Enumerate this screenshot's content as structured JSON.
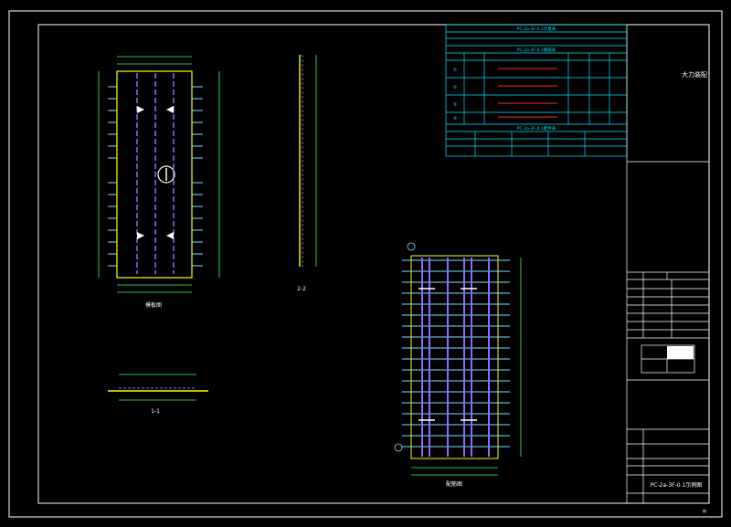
{
  "colors": {
    "background": "#000000",
    "frame": "#ffffff",
    "table_cyan": "#00e5ff",
    "panel_outline": "#ffff00",
    "rebar_cyan": "#7fdfff",
    "rebar_purple": "#8a6cff",
    "rebar_red": "#ff2a2a",
    "dim_green": "#33ff66"
  },
  "views": {
    "plan_label": "模板图",
    "section_a_label": "2-2",
    "section_b_label": "1-1",
    "rebar_label": "配筋图"
  },
  "table": {
    "title1": "PC-2a-3F-0.1示意表",
    "title2": "PC-2a-3F-0.1钢筋表",
    "title3": "PC-2a-3F-0.1配件表",
    "rows": [
      "①",
      "②",
      "③",
      "④"
    ]
  },
  "title_block": {
    "vertical_title": "大力装配",
    "drawing_name": "PC-2a-3F-0.1示例图",
    "sheet_no": "结"
  }
}
